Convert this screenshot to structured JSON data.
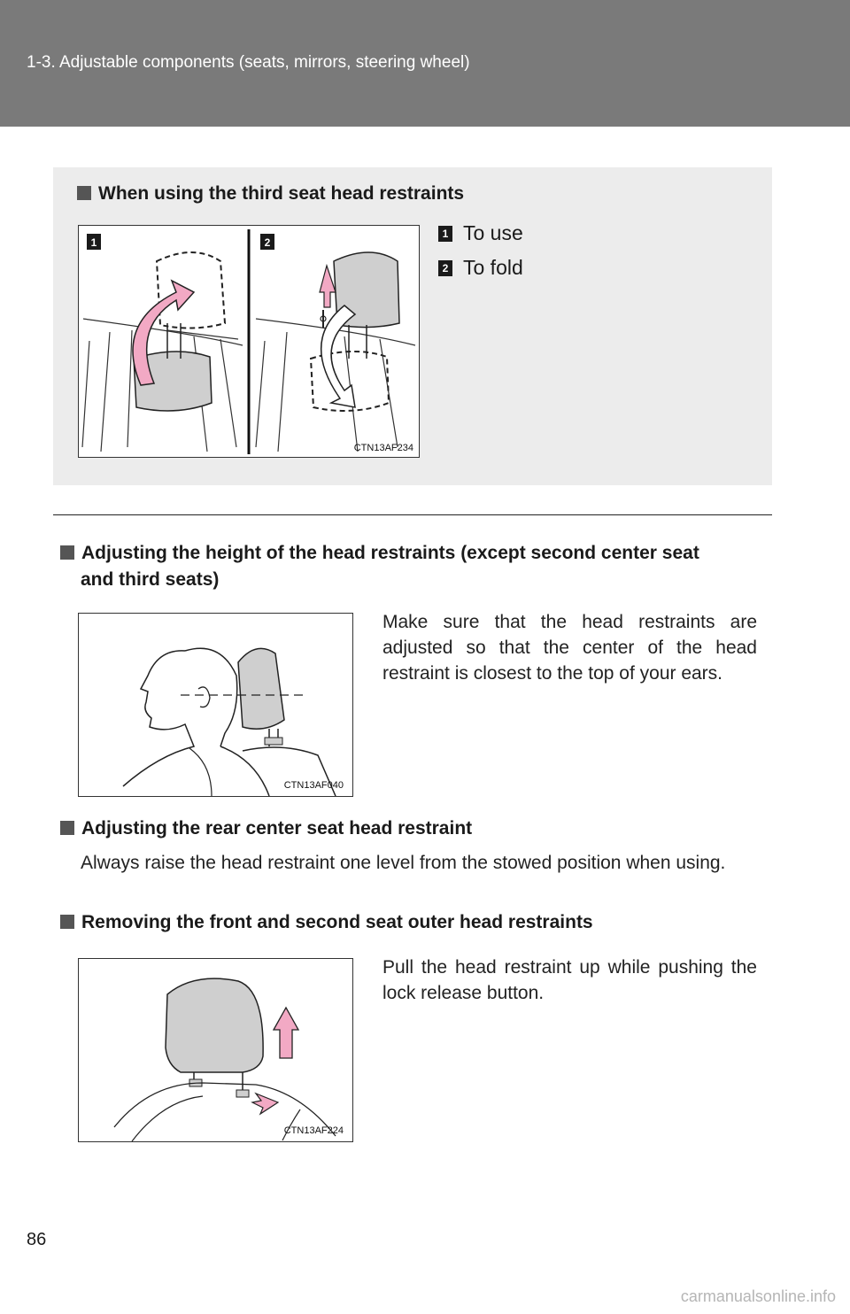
{
  "header": {
    "title": "1-3. Adjustable components (seats, mirrors, steering wheel)"
  },
  "box": {
    "title": "When using the third seat head restraints",
    "figure_code": "CTN13AF234",
    "legend": [
      {
        "num": "1",
        "label": "To use"
      },
      {
        "num": "2",
        "label": "To fold"
      }
    ]
  },
  "section1": {
    "title_line1": "Adjusting the height of the head restraints (except second center seat",
    "title_line2": "and third seats)",
    "figure_code": "CTN13AF040",
    "text": "Make sure that the head restraints are adjusted so that the center of the head restraint is closest to the top of your ears."
  },
  "section2": {
    "title": "Adjusting the rear center seat head restraint",
    "text": "Always raise the head restraint one level from the stowed position when using."
  },
  "section3": {
    "title": "Removing the front and second seat outer head restraints",
    "figure_code": "CTN13AF224",
    "text": "Pull the head restraint up while pushing the lock release button."
  },
  "page_number": "86",
  "watermark": "carmanualsonline.info",
  "colors": {
    "header_bg": "#7a7a7a",
    "box_bg": "#ececec",
    "arrow_pink": "#f2a9c4",
    "restraint_gray": "#cfcfcf"
  }
}
